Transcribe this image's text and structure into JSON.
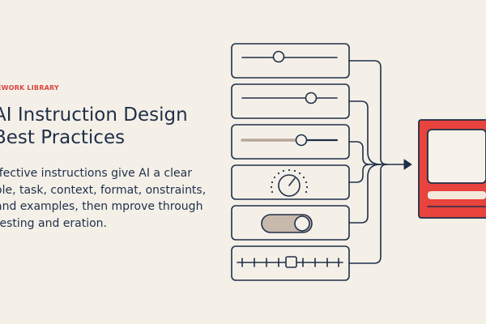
{
  "eyebrow": "EWORK LIBRARY",
  "title_line1": "AI Instruction Design",
  "title_line2": "Best Practices",
  "description": "ffective instructions give AI a clear ole, task, context, format, onstraints, and examples, then mprove through testing and eration.",
  "colors": {
    "background": "#f4f0e8",
    "ink": "#1f2f48",
    "accent_red": "#e8433d",
    "output_screen": "#f7f2e9",
    "output_bar": "#f3e8dc",
    "slider_fill": "#b8a69a",
    "toggle_fill": "#c7b9ac"
  },
  "control_panels": [
    {
      "type": "slider",
      "name": "slider-panel-1",
      "level": 0.33
    },
    {
      "type": "slider",
      "name": "slider-panel-2",
      "level": 0.66
    },
    {
      "type": "slider",
      "name": "slider-panel-3",
      "level": 0.6
    },
    {
      "type": "dial",
      "name": "dial-panel"
    },
    {
      "type": "toggle",
      "name": "toggle-panel",
      "state": "on"
    },
    {
      "type": "stepped-slider",
      "name": "stepped-slider-panel",
      "level": 0.5
    }
  ],
  "icons": [
    "arrow-right-icon",
    "output-device-icon"
  ]
}
